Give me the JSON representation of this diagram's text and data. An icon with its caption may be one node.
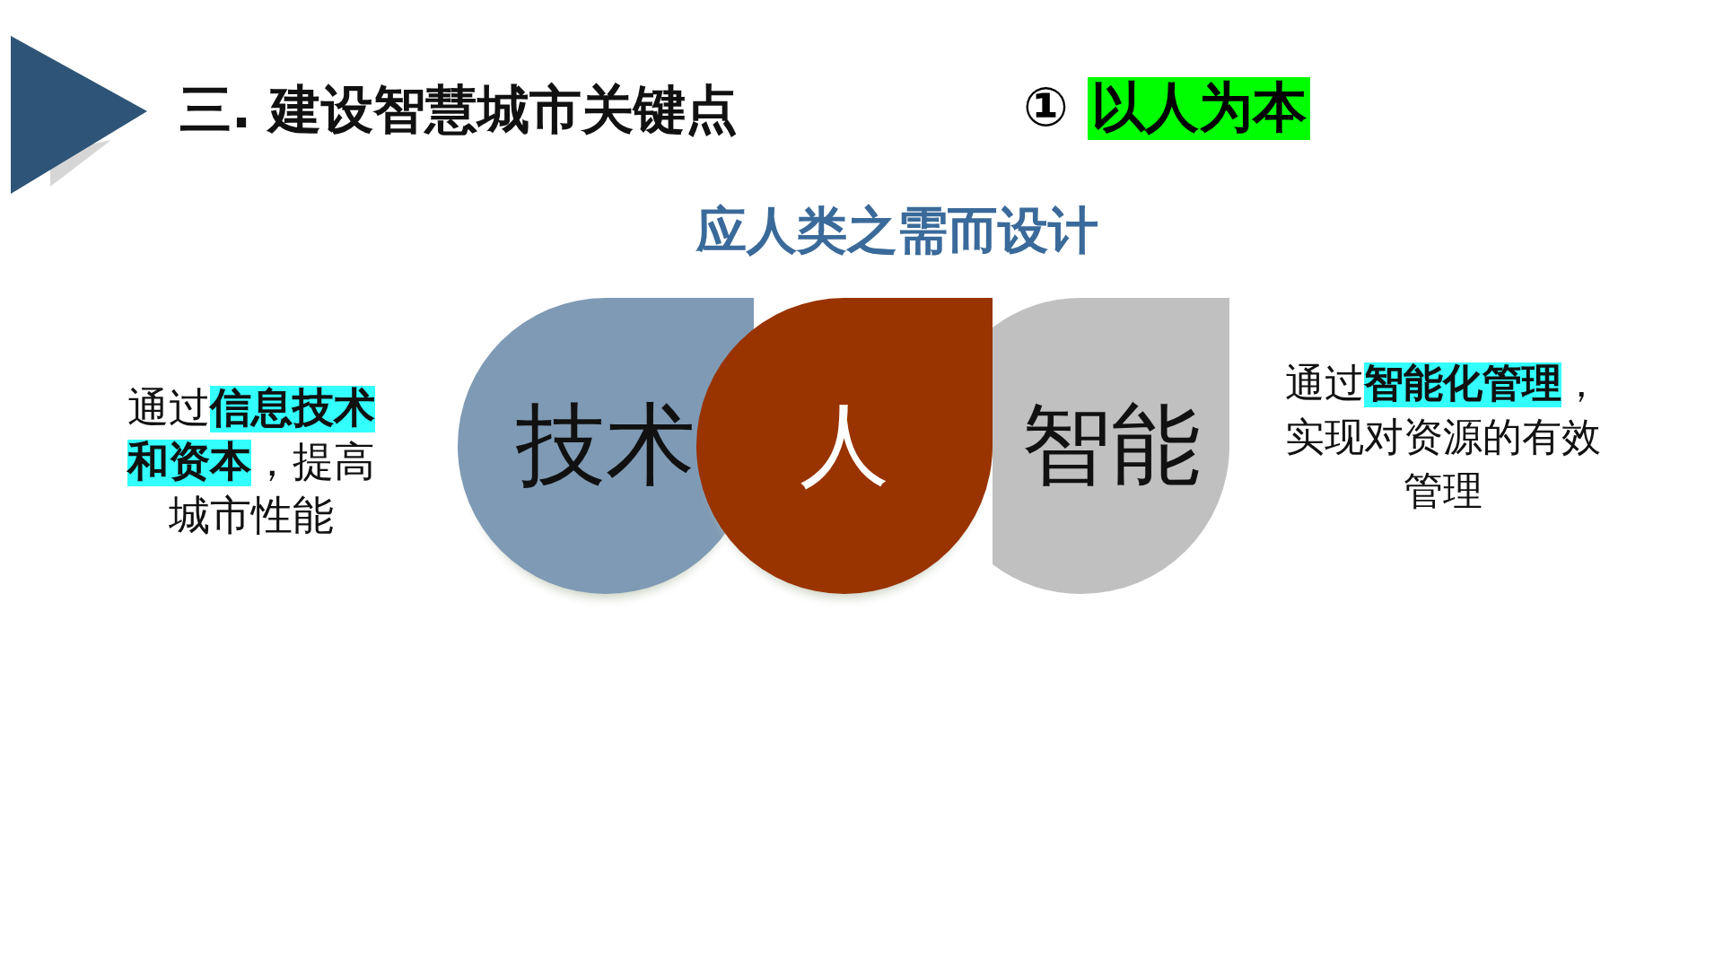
{
  "diagram": {
    "title": "三. 建设智慧城市关键点",
    "nodes": [
      {
        "text": [
          "技术"
        ]
      },
      {
        "text": [
          "人"
        ]
      },
      {
        "text": [
          "智能"
        ]
      }
    ],
    "edges": [],
    "labels": [
      "① **以人为本**",
      "应人类之需而设计",
      "通过**信息技术和资本**，提高城市性能",
      "通过**智能化管理**，实现对资源的有效管理"
    ]
  }
}
